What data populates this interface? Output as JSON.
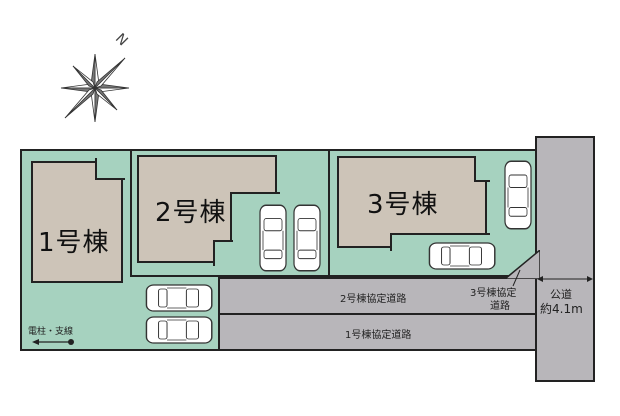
{
  "compass": {
    "north_label": "N"
  },
  "buildings": [
    {
      "id": 1,
      "label": "1号棟"
    },
    {
      "id": 2,
      "label": "2号棟"
    },
    {
      "id": 3,
      "label": "3号棟"
    }
  ],
  "roads": {
    "road_2": "2号棟協定道路",
    "road_1": "1号棟協定道路",
    "road_3_line1": "3号棟協定",
    "road_3_line2": "道路",
    "public_road_line1": "公道",
    "public_road_line2": "約4.1m"
  },
  "annotations": {
    "utility_pole": "電柱・支線"
  },
  "colors": {
    "lot": "#a6d2bf",
    "building": "#cdc4b8",
    "road": "#b8b6ba",
    "outline": "#222222"
  }
}
